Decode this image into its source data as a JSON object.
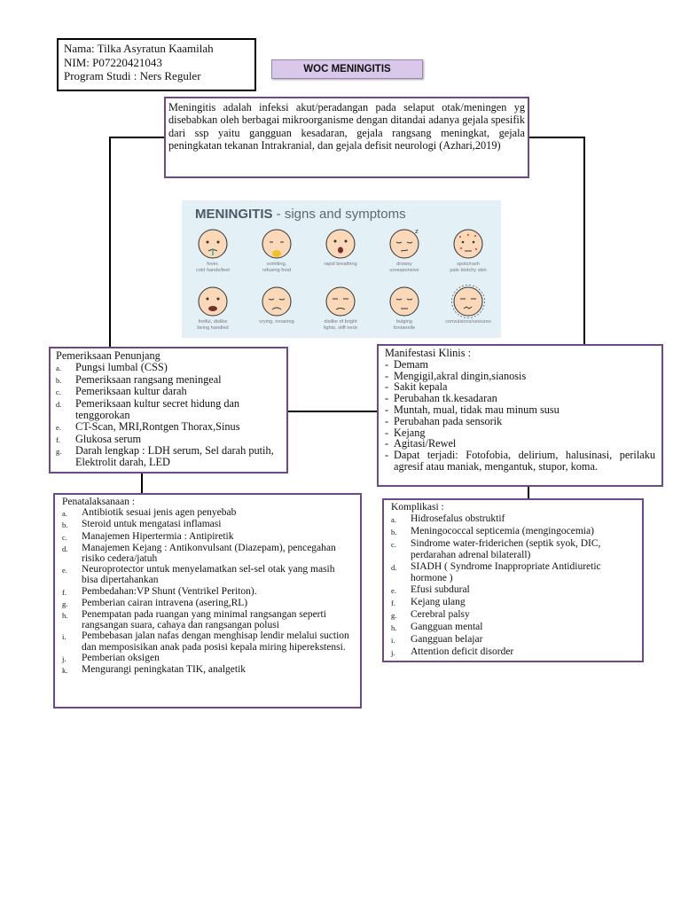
{
  "student": {
    "name": "Nama: Tilka Asyratun Kaamilah",
    "nim": "NIM: P07220421043",
    "program": "Program Studi : Ners Reguler"
  },
  "title": "WOC MENINGITIS",
  "definition": "Meningitis adalah infeksi akut/peradangan pada selaput otak/meningen yg disebabkan oleh berbagai mikroorganisme dengan ditandai adanya gejala spesifik dari ssp yaitu gangguan kesadaran, gejala rangsang meningkat, gejala peningkatan tekanan Intrakranial, dan gejala defisit neurologi (Azhari,2019)",
  "infographic": {
    "title_main": "MENINGITIS",
    "title_rest": " - signs and symptoms",
    "symptoms": [
      {
        "caption": "fever,\ncold hands/feet"
      },
      {
        "caption": "vomiting,\nrefusing food"
      },
      {
        "caption": "rapid breathing"
      },
      {
        "caption": "drowsy\nunresponsive"
      },
      {
        "caption": "spots/rash\npale blotchy skin"
      },
      {
        "caption": "fretful, dislike\nbeing handled"
      },
      {
        "caption": "crying, moaning"
      },
      {
        "caption": "dislike of bright\nlights, stiff neck"
      },
      {
        "caption": "bulging\nfontanelle"
      },
      {
        "caption": "convulsions/seizures"
      }
    ]
  },
  "penunjang": {
    "heading": "Pemeriksaan Penunjang",
    "items": [
      {
        "marker": "a.",
        "text": "Pungsi lumbal (CSS)"
      },
      {
        "marker": "b.",
        "text": "Pemeriksaan rangsang meningeal"
      },
      {
        "marker": "c.",
        "text": "Pemeriksaan kultur darah"
      },
      {
        "marker": "d.",
        "text": "Pemeriksaan kultur secret hidung dan tenggorokan"
      },
      {
        "marker": "e.",
        "text": "CT-Scan, MRI,Rontgen Thorax,Sinus"
      },
      {
        "marker": "f.",
        "text": "Glukosa serum"
      },
      {
        "marker": "g.",
        "text": "Darah lengkap : LDH serum, Sel darah putih, Elektrolit darah, LED"
      }
    ]
  },
  "manifestasi": {
    "heading": "Manifestasi Klinis :",
    "items": [
      "Demam",
      "Mengigil,akral dingin,sianosis",
      "Sakit kepala",
      "Perubahan tk.kesadaran",
      "Muntah, mual, tidak mau minum susu",
      "Perubahan pada sensorik",
      "Kejang",
      "Agitasi/Rewel",
      "Dapat terjadi: Fotofobia, delirium, halusinasi, perilaku agresif atau maniak, mengantuk, stupor, koma."
    ]
  },
  "penatalaksanaan": {
    "heading": "Penatalaksanaan :",
    "items": [
      {
        "marker": "a.",
        "text": "Antibiotik sesuai jenis agen penyebab"
      },
      {
        "marker": "b.",
        "text": "Steroid untuk mengatasi inflamasi"
      },
      {
        "marker": "c.",
        "text": "Manajemen Hipertermia : Antipiretik"
      },
      {
        "marker": "d.",
        "text": "Manajemen Kejang : Antikonvulsant (Diazepam), pencegahan risiko cedera/jatuh"
      },
      {
        "marker": "e.",
        "text": "Neuroprotector untuk menyelamatkan sel-sel otak yang masih bisa dipertahankan"
      },
      {
        "marker": "f.",
        "text": "Pembedahan:VP Shunt (Ventrikel Periton)."
      },
      {
        "marker": "g.",
        "text": "Pemberian cairan intravena (asering,RL)"
      },
      {
        "marker": "h.",
        "text": "Penempatan pada ruangan yang minimal rangsangan seperti rangsangan suara, cahaya dan rangsangan polusi"
      },
      {
        "marker": "i.",
        "text": "Pembebasan jalan nafas dengan menghisap lendir melalui suction dan memposisikan anak pada posisi kepala miring hiperekstensi."
      },
      {
        "marker": "j.",
        "text": "Pemberian oksigen"
      },
      {
        "marker": "k.",
        "text": "Mengurangi peningkatan TIK, analgetik"
      }
    ]
  },
  "komplikasi": {
    "heading": "Komplikasi :",
    "items": [
      {
        "marker": "a.",
        "text": "Hidrosefalus obstruktif"
      },
      {
        "marker": "b.",
        "text": "Meningococcal septicemia (mengingocemia)"
      },
      {
        "marker": "c.",
        "text": "Sindrome water-friderichen (septik syok, DIC, perdarahan adrenal bilaterall)"
      },
      {
        "marker": "d.",
        "text": "SIADH ( Syndrome Inappropriate Antidiuretic hormone )"
      },
      {
        "marker": "e.",
        "text": "Efusi subdural"
      },
      {
        "marker": "f.",
        "text": "Kejang ulang"
      },
      {
        "marker": "g.",
        "text": "Cerebral palsy"
      },
      {
        "marker": "h.",
        "text": "Gangguan mental"
      },
      {
        "marker": "i.",
        "text": "Gangguan belajar"
      },
      {
        "marker": "j.",
        "text": "Attention deficit disorder"
      }
    ]
  }
}
